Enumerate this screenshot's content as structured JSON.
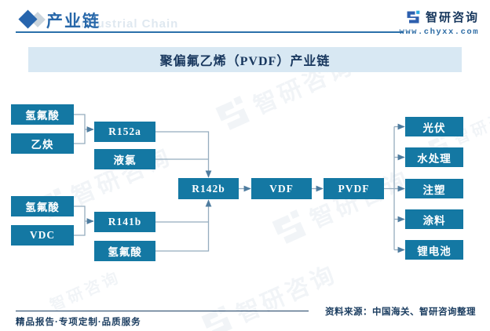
{
  "header": {
    "section_title": "产业链",
    "watermark_text": "Industrial Chain",
    "brand": {
      "name": "智研咨询",
      "website": "www.chyxx.com"
    }
  },
  "title_bar": {
    "title": "聚偏氟乙烯（PVDF）产业链"
  },
  "diagram": {
    "nodes": [
      {
        "id": "hf1",
        "label": "氢氟酸"
      },
      {
        "id": "yq",
        "label": "乙炔"
      },
      {
        "id": "r152a",
        "label": "R152a"
      },
      {
        "id": "yl",
        "label": "液氯"
      },
      {
        "id": "hf2",
        "label": "氢氟酸"
      },
      {
        "id": "vdc",
        "label": "VDC"
      },
      {
        "id": "r141b",
        "label": "R141b"
      },
      {
        "id": "hf3",
        "label": "氢氟酸"
      },
      {
        "id": "r142b",
        "label": "R142b"
      },
      {
        "id": "vdf",
        "label": "VDF"
      },
      {
        "id": "pvdf",
        "label": "PVDF"
      },
      {
        "id": "gf",
        "label": "光伏"
      },
      {
        "id": "scl",
        "label": "水处理"
      },
      {
        "id": "zs",
        "label": "注塑"
      },
      {
        "id": "tl",
        "label": "涂料"
      },
      {
        "id": "ldc",
        "label": "锂电池"
      }
    ],
    "edges": [
      [
        "氢氟酸",
        "R152a"
      ],
      [
        "乙炔",
        "R152a"
      ],
      [
        "R152a",
        "R142b"
      ],
      [
        "液氯",
        "R142b"
      ],
      [
        "氢氟酸",
        "R141b"
      ],
      [
        "VDC",
        "R141b"
      ],
      [
        "R141b",
        "R142b"
      ],
      [
        "氢氟酸",
        "R142b"
      ],
      [
        "R142b",
        "VDF"
      ],
      [
        "VDF",
        "PVDF"
      ],
      [
        "PVDF",
        "光伏"
      ],
      [
        "PVDF",
        "水处理"
      ],
      [
        "PVDF",
        "注塑"
      ],
      [
        "PVDF",
        "涂料"
      ],
      [
        "PVDF",
        "锂电池"
      ]
    ]
  },
  "footer": {
    "tagline": "精品报告·专项定制·品质服务",
    "source": "资料来源：中国海关、智研咨询整理"
  },
  "watermark_brand": "智研咨询",
  "colors": {
    "node_fill": "#1478A3",
    "node_text": "#FFFFFF",
    "connector": "#95ACBE",
    "arrowhead": "#4E7C9F",
    "titlebar_bg": "#D8E8F3",
    "titlebar_text": "#17365D",
    "header_title": "#2767A9",
    "header_rule": "#2B70AA",
    "footer_text": "#1B3D60",
    "brand_blue": "#2D5FAE",
    "brand_accent": "#2BA9E0"
  }
}
